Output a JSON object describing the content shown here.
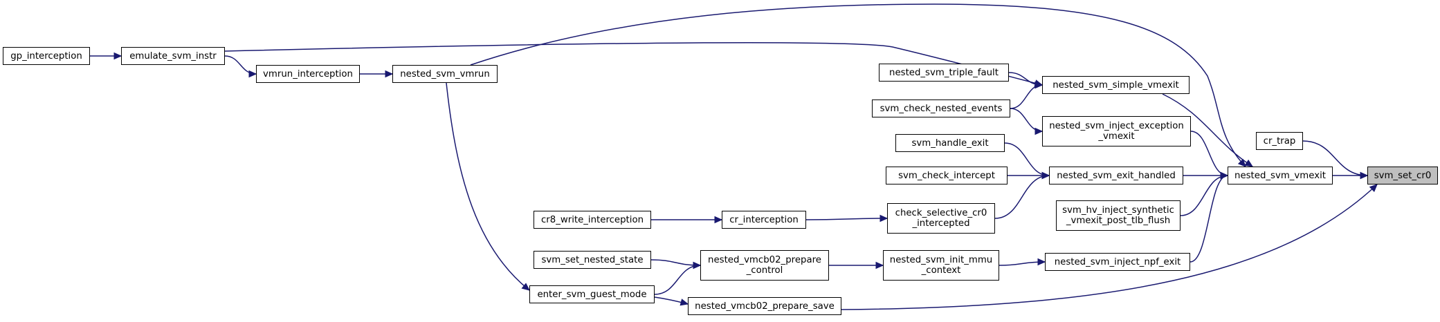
{
  "graph": {
    "colors": {
      "edge": "#191970",
      "focus_fill": "#bfbfbf",
      "node_border": "#000000"
    },
    "nodes": {
      "gp_interception": {
        "lines": [
          "gp_interception"
        ]
      },
      "emulate_svm_instr": {
        "lines": [
          "emulate_svm_instr"
        ]
      },
      "vmrun_interception": {
        "lines": [
          "vmrun_interception"
        ]
      },
      "nested_svm_vmrun": {
        "lines": [
          "nested_svm_vmrun"
        ]
      },
      "nested_svm_triple_fault": {
        "lines": [
          "nested_svm_triple_fault"
        ]
      },
      "svm_check_nested_events": {
        "lines": [
          "svm_check_nested_events"
        ]
      },
      "svm_handle_exit": {
        "lines": [
          "svm_handle_exit"
        ]
      },
      "svm_check_intercept": {
        "lines": [
          "svm_check_intercept"
        ]
      },
      "cr8_write_interception": {
        "lines": [
          "cr8_write_interception"
        ]
      },
      "cr_interception": {
        "lines": [
          "cr_interception"
        ]
      },
      "svm_set_nested_state": {
        "lines": [
          "svm_set_nested_state"
        ]
      },
      "enter_svm_guest_mode": {
        "lines": [
          "enter_svm_guest_mode"
        ]
      },
      "nested_svm_simple_vmexit": {
        "lines": [
          "nested_svm_simple_vmexit"
        ]
      },
      "nested_svm_inject_exception_vmexit": {
        "lines": [
          "nested_svm_inject_exception",
          "_vmexit"
        ]
      },
      "nested_svm_exit_handled": {
        "lines": [
          "nested_svm_exit_handled"
        ]
      },
      "check_selective_cr0_intercepted": {
        "lines": [
          "check_selective_cr0",
          "_intercepted"
        ]
      },
      "nested_vmcb02_prepare_control": {
        "lines": [
          "nested_vmcb02_prepare",
          "_control"
        ]
      },
      "nested_svm_init_mmu_context": {
        "lines": [
          "nested_svm_init_mmu",
          "_context"
        ]
      },
      "nested_vmcb02_prepare_save": {
        "lines": [
          "nested_vmcb02_prepare_save"
        ]
      },
      "svm_hv_inject_synthetic_vmexit_post_tlb_flush": {
        "lines": [
          "svm_hv_inject_synthetic",
          "_vmexit_post_tlb_flush"
        ]
      },
      "nested_svm_inject_npf_exit": {
        "lines": [
          "nested_svm_inject_npf_exit"
        ]
      },
      "cr_trap": {
        "lines": [
          "cr_trap"
        ]
      },
      "nested_svm_vmexit": {
        "lines": [
          "nested_svm_vmexit"
        ]
      },
      "svm_set_cr0": {
        "lines": [
          "svm_set_cr0"
        ]
      }
    },
    "edges": [
      [
        "gp_interception",
        "emulate_svm_instr"
      ],
      [
        "emulate_svm_instr",
        "vmrun_interception"
      ],
      [
        "emulate_svm_instr",
        "nested_svm_simple_vmexit"
      ],
      [
        "vmrun_interception",
        "nested_svm_vmrun"
      ],
      [
        "nested_svm_vmrun",
        "nested_svm_vmexit"
      ],
      [
        "nested_svm_vmrun",
        "enter_svm_guest_mode"
      ],
      [
        "nested_svm_triple_fault",
        "nested_svm_simple_vmexit"
      ],
      [
        "svm_check_nested_events",
        "nested_svm_simple_vmexit"
      ],
      [
        "svm_check_nested_events",
        "nested_svm_inject_exception_vmexit"
      ],
      [
        "svm_handle_exit",
        "nested_svm_exit_handled"
      ],
      [
        "svm_check_intercept",
        "nested_svm_exit_handled"
      ],
      [
        "check_selective_cr0_intercepted",
        "nested_svm_exit_handled"
      ],
      [
        "cr8_write_interception",
        "cr_interception"
      ],
      [
        "cr_interception",
        "check_selective_cr0_intercepted"
      ],
      [
        "svm_set_nested_state",
        "nested_vmcb02_prepare_control"
      ],
      [
        "enter_svm_guest_mode",
        "nested_vmcb02_prepare_control"
      ],
      [
        "enter_svm_guest_mode",
        "nested_vmcb02_prepare_save"
      ],
      [
        "nested_vmcb02_prepare_control",
        "nested_svm_init_mmu_context"
      ],
      [
        "nested_svm_init_mmu_context",
        "nested_svm_inject_npf_exit"
      ],
      [
        "nested_svm_simple_vmexit",
        "nested_svm_vmexit"
      ],
      [
        "nested_svm_inject_exception_vmexit",
        "nested_svm_vmexit"
      ],
      [
        "nested_svm_exit_handled",
        "nested_svm_vmexit"
      ],
      [
        "svm_hv_inject_synthetic_vmexit_post_tlb_flush",
        "nested_svm_vmexit"
      ],
      [
        "nested_svm_inject_npf_exit",
        "nested_svm_vmexit"
      ],
      [
        "cr_trap",
        "svm_set_cr0"
      ],
      [
        "nested_svm_vmexit",
        "svm_set_cr0"
      ],
      [
        "nested_vmcb02_prepare_save",
        "svm_set_cr0"
      ]
    ]
  }
}
